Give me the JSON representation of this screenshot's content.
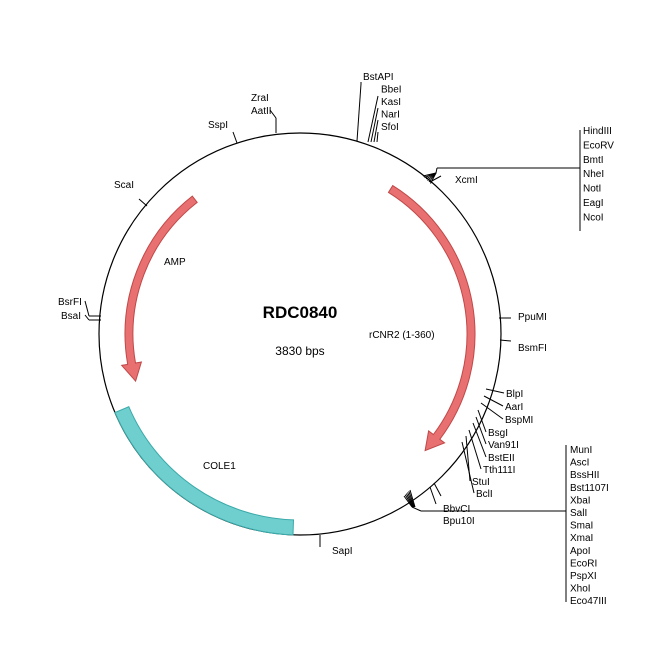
{
  "plasmid": {
    "name": "RDC0840",
    "size_label": "3830 bps"
  },
  "features": [
    {
      "name": "AMP",
      "type": "arrow",
      "color": "#e87070"
    },
    {
      "name": "rCNR2 (1-360)",
      "type": "arrow",
      "color": "#e87070"
    },
    {
      "name": "COLE1",
      "type": "band",
      "color": "#6fcfcf"
    }
  ],
  "sites": {
    "ZraI": "ZraI",
    "AatII": "AatII",
    "SspI": "SspI",
    "ScaI": "ScaI",
    "BsrFI": "BsrFI",
    "BsaI": "BsaI",
    "SapI": "SapI",
    "XcmI": "XcmI",
    "PpuMI": "PpuMI",
    "BsmFI": "BsmFI",
    "BbvCI": "BbvCI",
    "Bpu10I": "Bpu10I"
  },
  "site_groups": {
    "top": [
      "BstAPI",
      "BbeI",
      "KasI",
      "NarI",
      "SfoI"
    ],
    "upper_right": [
      "HindIII",
      "EcoRV",
      "BmtI",
      "NheI",
      "NotI",
      "EagI",
      "NcoI"
    ],
    "lower_right": [
      "BlpI",
      "AarI",
      "BspMI",
      "BsgI",
      "Van91I",
      "BstEII",
      "Tth111I",
      "StuI",
      "BclI"
    ],
    "bottom_right": [
      "MunI",
      "AscI",
      "BssHII",
      "Bst1107I",
      "XbaI",
      "SalI",
      "SmaI",
      "XmaI",
      "ApoI",
      "EcoRI",
      "PspXI",
      "XhoI",
      "Eco47III"
    ]
  }
}
